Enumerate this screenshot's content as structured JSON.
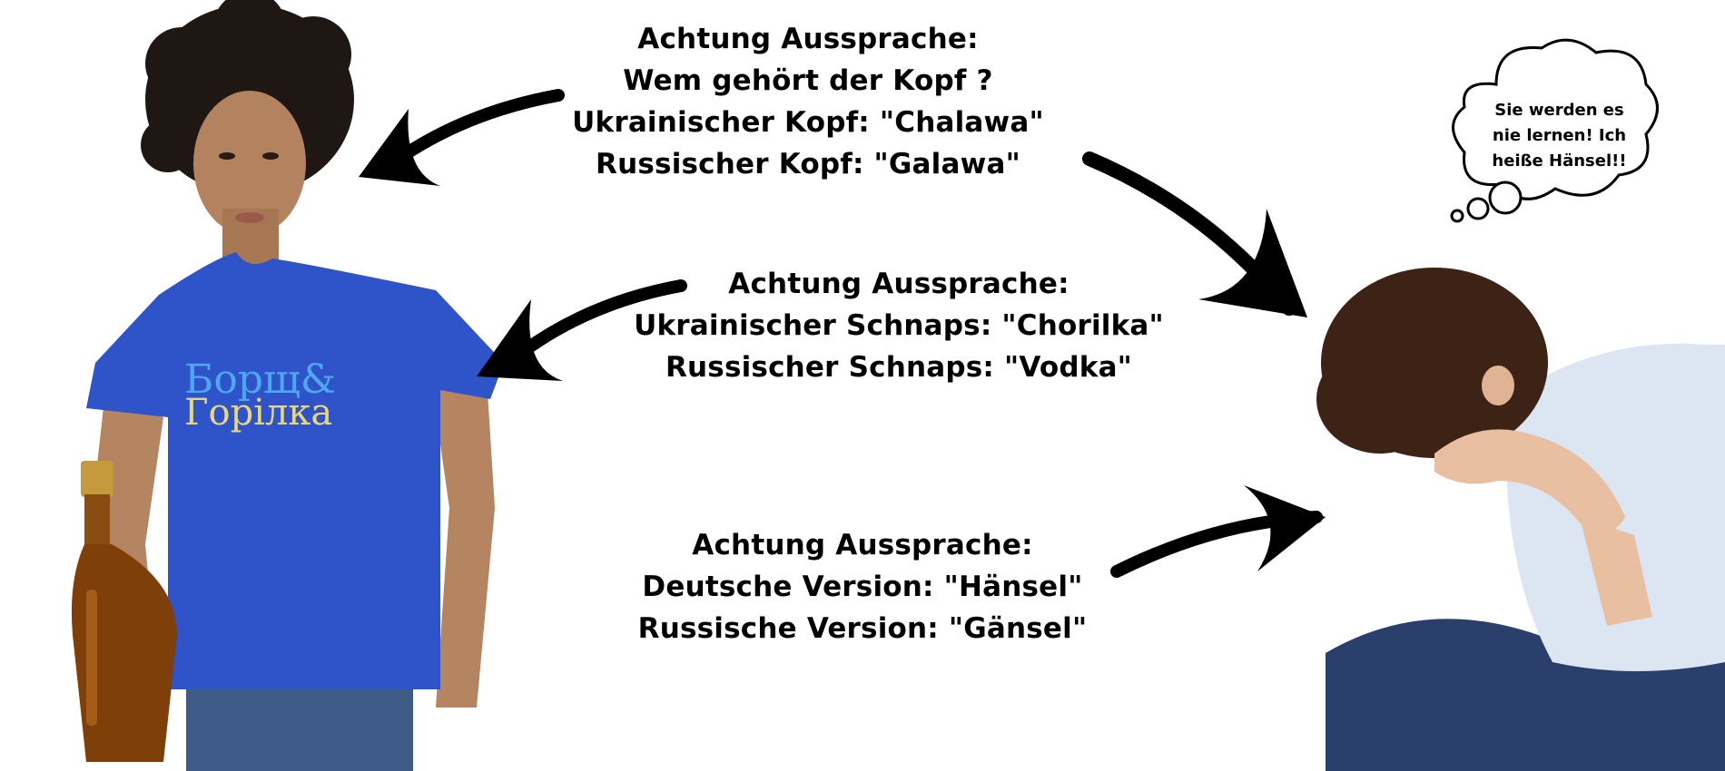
{
  "caption_blocks": [
    {
      "lines": [
        "Achtung Aussprache:",
        "Wem gehört der Kopf ?",
        "Ukrainischer Kopf: \"Chalawa\"",
        "Russischer Kopf: \"Galawa\""
      ]
    },
    {
      "lines": [
        "Achtung Aussprache:",
        "Ukrainischer Schnaps: \"Chorilka\"",
        "Russischer Schnaps: \"Vodka\""
      ]
    },
    {
      "lines": [
        "Achtung Aussprache:",
        "Deutsche Version: \"Hänsel\"",
        "Russische Version: \"Gänsel\""
      ]
    }
  ],
  "thought_bubble": {
    "lines": [
      "Sie werden es",
      "nie lernen! Ich",
      "heiße Hänsel!!"
    ]
  },
  "shirt_print": {
    "line1": "Борщ&",
    "line2": "Горілка"
  },
  "colors": {
    "shirt": "#2f54c9",
    "shirt_text_blue": "#4ea8f0",
    "shirt_text_yellow": "#e8d77a",
    "boy_shirt": "#dce6f2",
    "jeans": "#2a3f6b"
  },
  "icons": [
    "left-arrow-icon",
    "right-arrow-icon",
    "thought-cloud-icon"
  ]
}
